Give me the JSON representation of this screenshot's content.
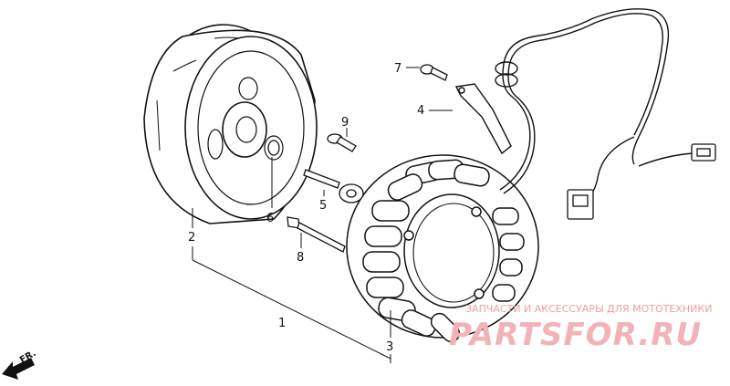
{
  "callouts": {
    "c1": "1",
    "c2": "2",
    "c3": "3",
    "c4": "4",
    "c5": "5",
    "c6": "6",
    "c7": "7",
    "c8": "8",
    "c9": "9"
  },
  "direction_label": "FR.",
  "watermark": {
    "tagline": "ЗАПЧАСТИ И АКСЕССУАРЫ ДЛЯ МОТОТЕХНИКИ",
    "logo": "PARTSFOR.RU"
  },
  "colors": {
    "line": "#111111",
    "watermark": "#f1b3b6"
  }
}
